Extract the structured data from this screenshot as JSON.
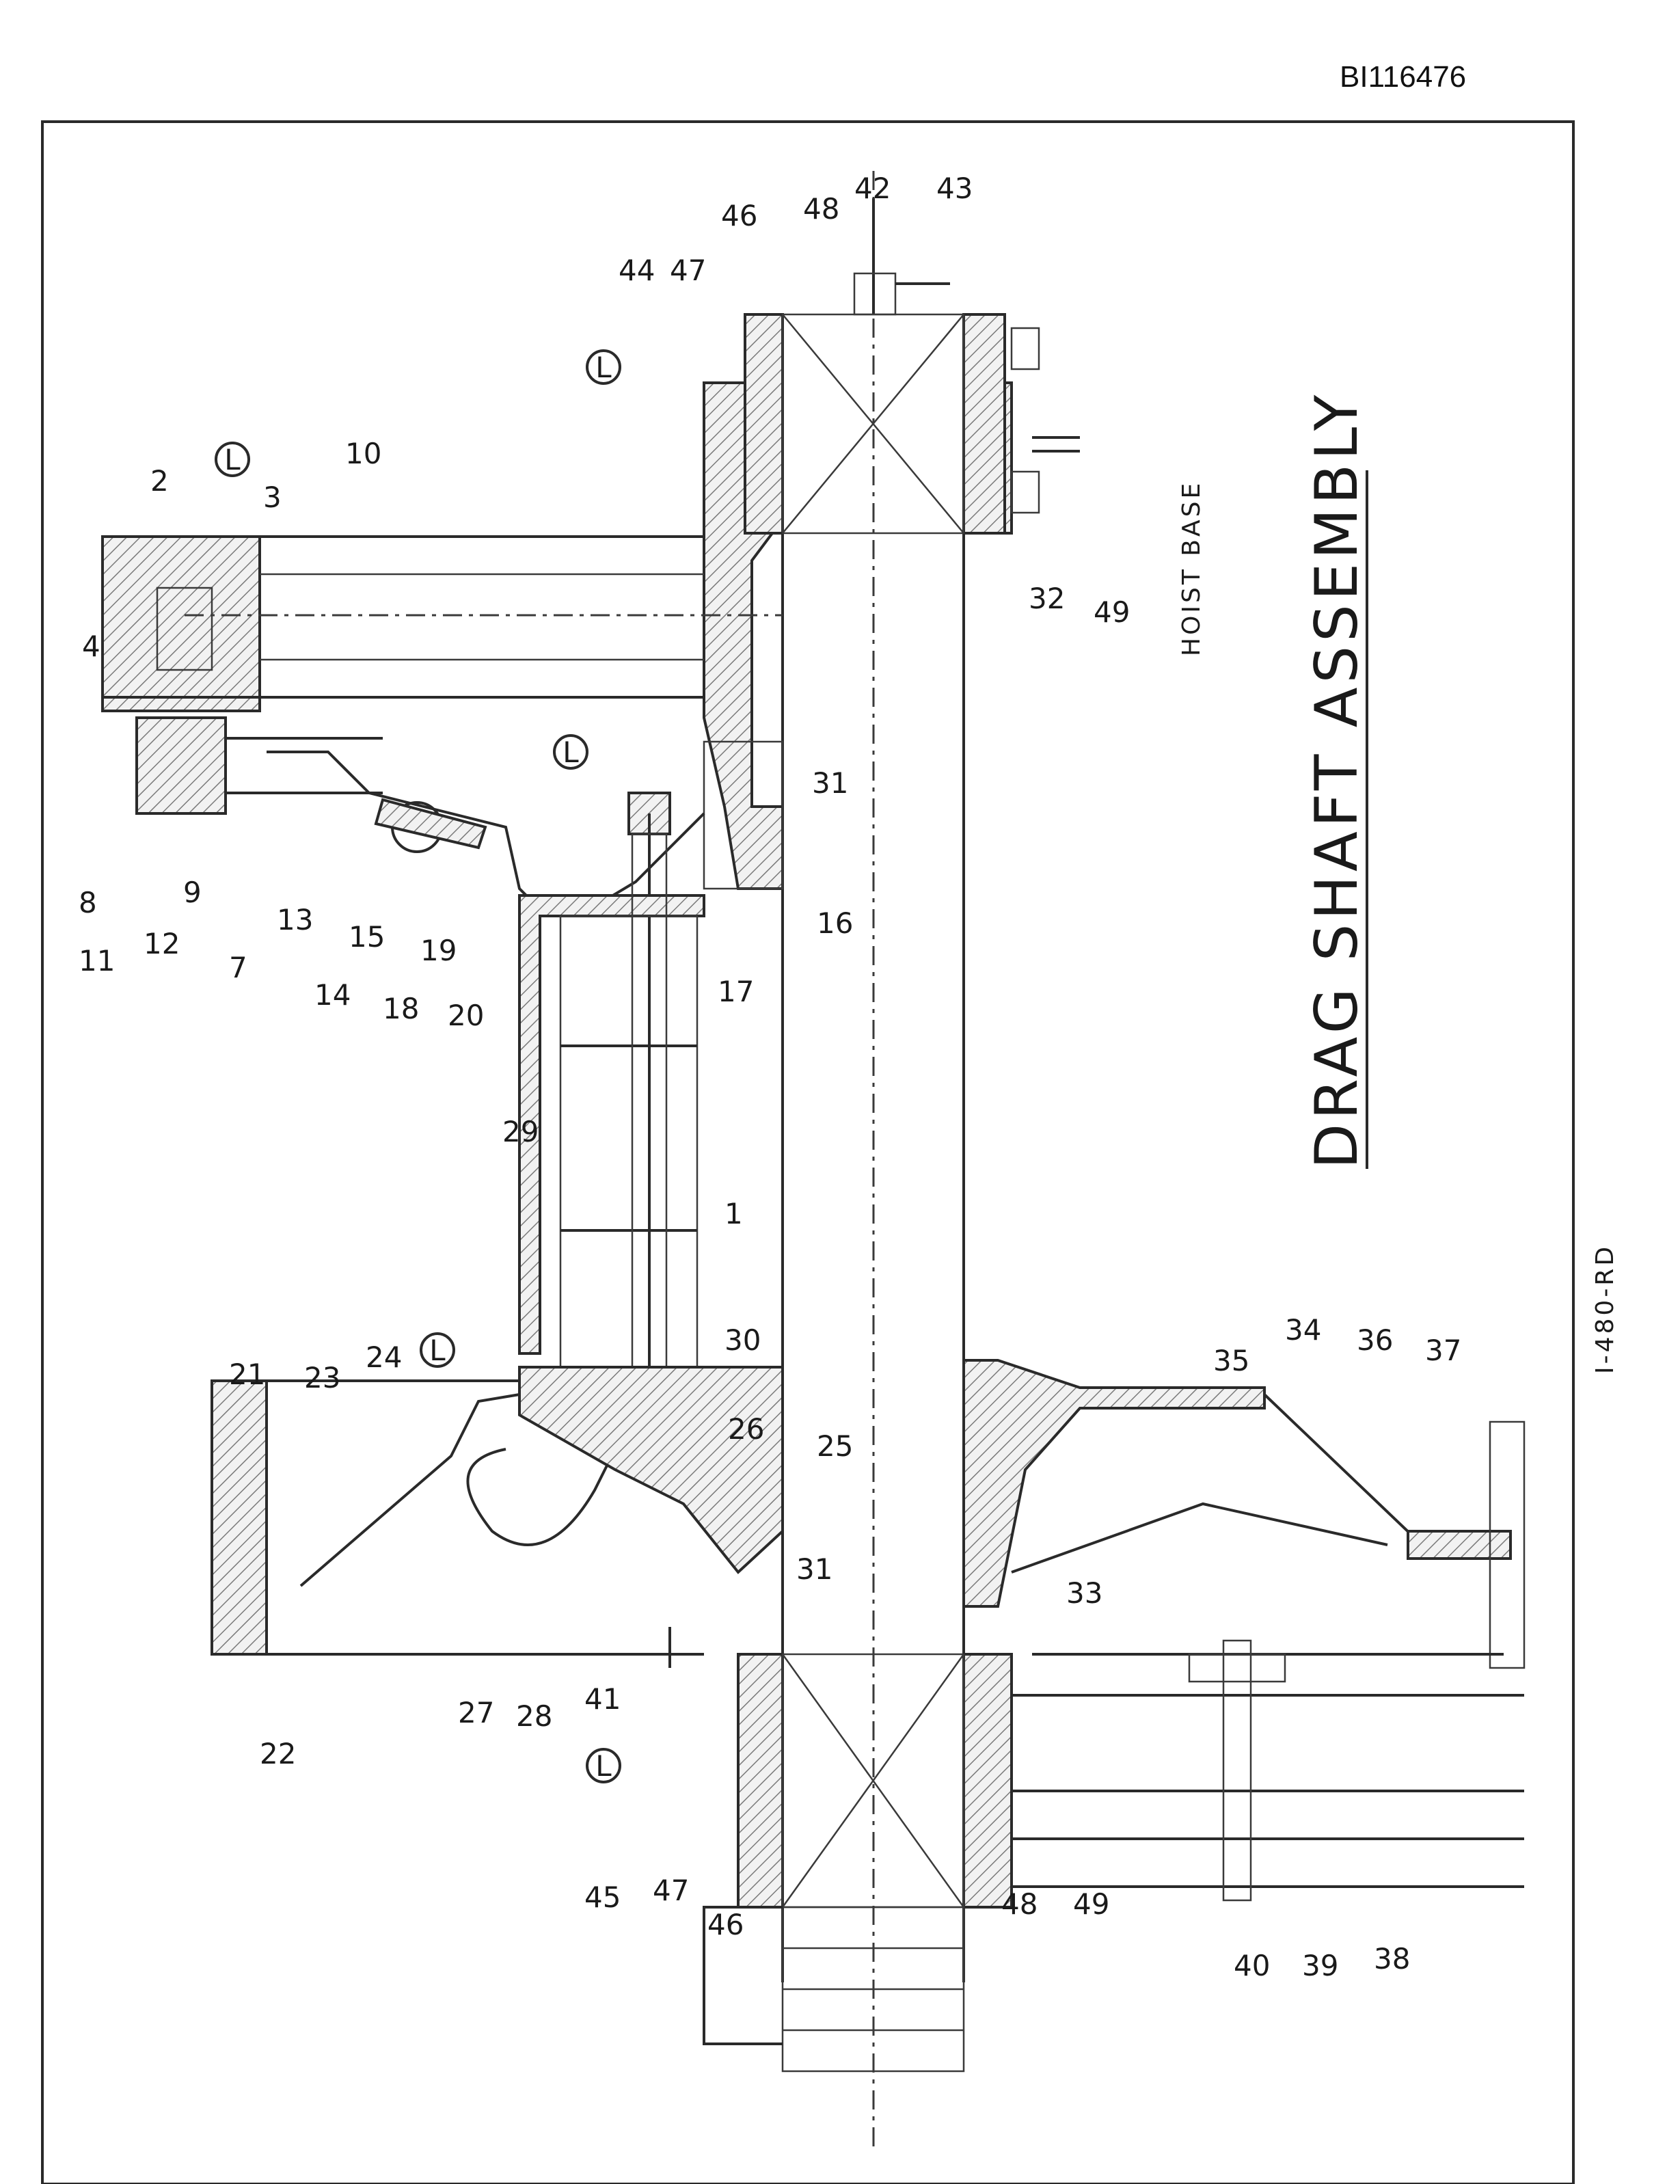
{
  "header": {
    "doc_id": "BI116476"
  },
  "drawing": {
    "title": "DRAG SHAFT ASSEMBLY",
    "base_label": "HOIST BASE",
    "side_code": "I-480-RD",
    "lube_mark": "L",
    "part_numbers": {
      "p1": "1",
      "p2": "2",
      "p3": "3",
      "p4": "4",
      "p7": "7",
      "p8": "8",
      "p9": "9",
      "p10": "10",
      "p11": "11",
      "p12": "12",
      "p13": "13",
      "p14": "14",
      "p15": "15",
      "p16": "16",
      "p17": "17",
      "p18": "18",
      "p19": "19",
      "p20": "20",
      "p21": "21",
      "p22": "22",
      "p23": "23",
      "p24": "24",
      "p25": "25",
      "p26": "26",
      "p27": "27",
      "p28": "28",
      "p29": "29",
      "p30": "30",
      "p31a": "31",
      "p31b": "31",
      "p32": "32",
      "p33": "33",
      "p34": "34",
      "p35": "35",
      "p36": "36",
      "p37": "37",
      "p38": "38",
      "p39": "39",
      "p40": "40",
      "p41": "41",
      "p42": "42",
      "p43": "43",
      "p44": "44",
      "p45": "45",
      "p46a": "46",
      "p46b": "46",
      "p47a": "47",
      "p47b": "47",
      "p48a": "48",
      "p48b": "48",
      "p49a": "49",
      "p49b": "49"
    }
  }
}
